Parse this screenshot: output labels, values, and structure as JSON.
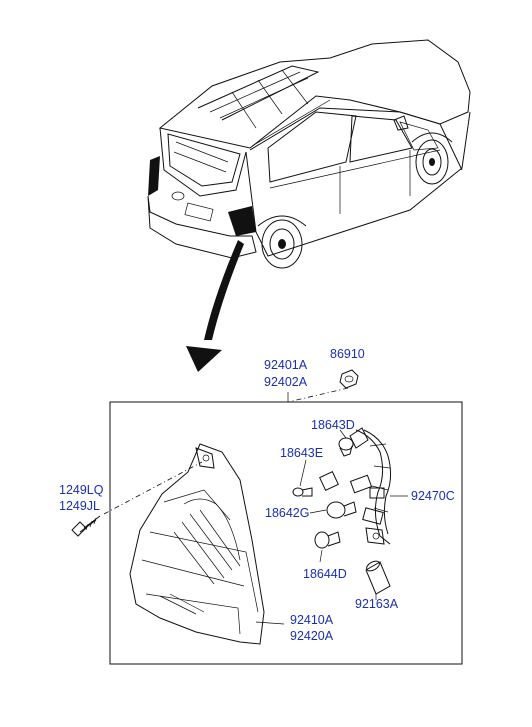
{
  "part_labels": {
    "p92401A": "92401A",
    "p92402A": "92402A",
    "p86910": "86910",
    "p18643D": "18643D",
    "p18643E": "18643E",
    "p1249LQ": "1249LQ",
    "p1249JL": "1249JL",
    "p92470C": "92470C",
    "p18642G": "18642G",
    "p18644D": "18644D",
    "p92163A": "92163A",
    "p92410A": "92410A",
    "p92420A": "92420A"
  },
  "colors": {
    "label": "#1a2fb0",
    "line": "#111111",
    "background": "#ffffff"
  }
}
